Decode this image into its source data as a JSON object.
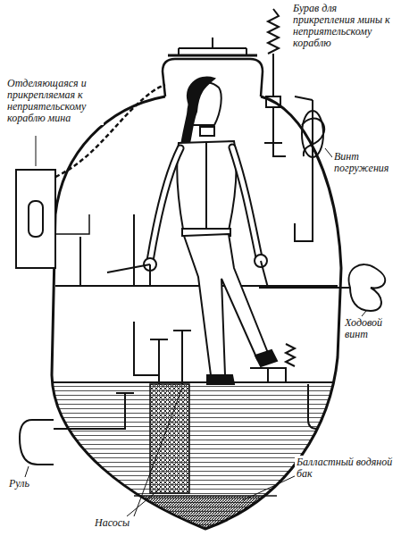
{
  "diagram": {
    "labels": [
      "Бурав для прикрепления мины к неприятельскому кораблю",
      "Отделяющаяся и прикрепляемая к неприятельскому кораблю мина",
      "Винт погружения",
      "Ходовой винт",
      "Руль",
      "Насосы",
      "Балластный водяной бак"
    ]
  }
}
